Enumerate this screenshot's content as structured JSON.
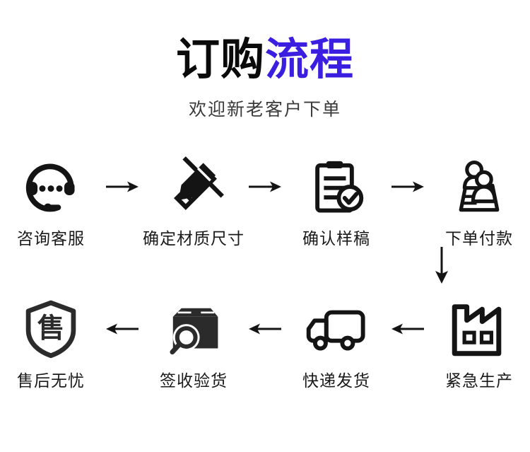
{
  "header": {
    "title_part1": "订购",
    "title_part2": "流程",
    "subtitle": "欢迎新老客户下单",
    "title_color_part1": "#0a0a0a",
    "title_color_part2": "#3b1fe0",
    "subtitle_color": "#3a3a3a"
  },
  "flow": {
    "row1_direction": "left-to-right",
    "row2_direction": "right-to-left",
    "connector": "down-arrow",
    "row1": [
      {
        "label": "咨询客服",
        "icon": "headset-icon"
      },
      {
        "label": "确定材质尺寸",
        "icon": "pencil-ruler-icon"
      },
      {
        "label": "确认样稿",
        "icon": "clipboard-check-icon"
      },
      {
        "label": "下单付款",
        "icon": "people-group-icon"
      }
    ],
    "row2": [
      {
        "label": "售后无忧",
        "icon": "shield-sale-icon",
        "glyph": "售"
      },
      {
        "label": "签收验货",
        "icon": "box-magnifier-icon"
      },
      {
        "label": "快递发货",
        "icon": "delivery-truck-icon"
      },
      {
        "label": "紧急生产",
        "icon": "factory-icon"
      }
    ],
    "arrow_right_glyph": "→",
    "arrow_left_glyph": "←",
    "arrow_down_glyph": "↓"
  },
  "colors": {
    "background": "#ffffff",
    "ink": "#1a1a1a",
    "accent": "#3b1fe0"
  }
}
